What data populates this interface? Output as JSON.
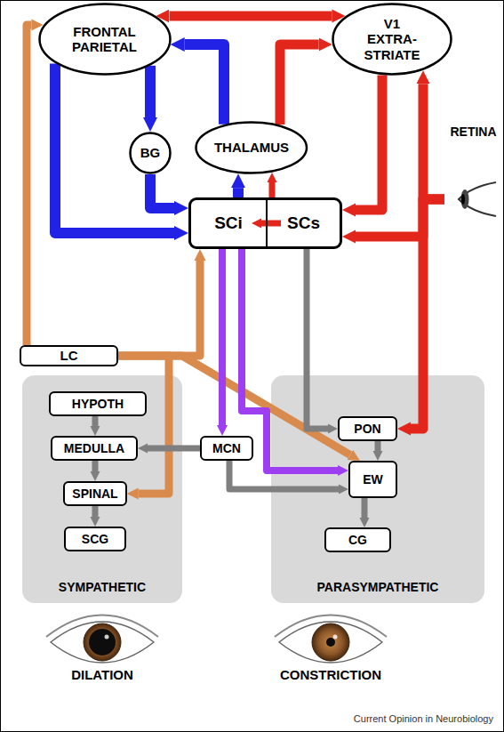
{
  "diagram": {
    "nodes": [
      {
        "text": [
          "FRONTAL PARIETAL"
        ]
      },
      {
        "text": [
          "V1 EXTRA-STRIATE"
        ]
      },
      {
        "text": [
          "THALAMUS"
        ]
      },
      {
        "text": [
          "RETINA"
        ]
      },
      {
        "text": [
          "BG"
        ]
      },
      {
        "text": [
          "SCi"
        ]
      },
      {
        "text": [
          "SCs"
        ]
      },
      {
        "text": [
          "LC"
        ]
      },
      {
        "text": [
          "SYMPATHETIC"
        ]
      },
      {
        "text": [
          "HYPOTH"
        ],
        "in": 8
      },
      {
        "text": [
          "MEDULLA"
        ],
        "in": 8
      },
      {
        "text": [
          "SPINAL"
        ],
        "in": 8
      },
      {
        "text": [
          "SCG"
        ],
        "in": 8
      },
      {
        "text": [
          "PARASYMPATHETIC"
        ]
      },
      {
        "text": [
          "PON"
        ],
        "in": 13
      },
      {
        "text": [
          "MCN"
        ]
      },
      {
        "text": [
          "EW"
        ],
        "in": 13
      },
      {
        "text": [
          "CG"
        ],
        "in": 13
      }
    ],
    "edges": [
      {
        "from": 0,
        "to": 5,
        "arrow": "to"
      },
      {
        "from": 0,
        "to": 4,
        "arrow": "to"
      },
      {
        "from": 4,
        "to": 5,
        "arrow": "to"
      },
      {
        "from": 5,
        "to": 2,
        "arrow": "to"
      },
      {
        "from": 2,
        "to": 0,
        "arrow": "to"
      },
      {
        "from": 0,
        "to": 1,
        "arrow": "both"
      },
      {
        "from": 6,
        "to": 2,
        "arrow": "to"
      },
      {
        "from": 2,
        "to": 1,
        "arrow": "to"
      },
      {
        "from": 1,
        "to": 6,
        "arrow": "to"
      },
      {
        "from": 3,
        "to": 1,
        "arrow": "to"
      },
      {
        "from": 3,
        "to": 6,
        "arrow": "to"
      },
      {
        "from": 3,
        "to": 14,
        "arrow": "to"
      },
      {
        "from": 6,
        "to": 5,
        "arrow": "to"
      },
      {
        "from": 7,
        "to": 0,
        "arrow": "to"
      },
      {
        "from": 7,
        "to": 5,
        "arrow": "to"
      },
      {
        "from": 7,
        "to": 11,
        "arrow": "to"
      },
      {
        "from": 7,
        "to": 16,
        "arrow": "to"
      },
      {
        "from": 5,
        "to": 15,
        "arrow": "to"
      },
      {
        "from": 5,
        "to": 16,
        "arrow": "to"
      },
      {
        "from": 6,
        "to": 14,
        "arrow": "to"
      },
      {
        "from": 14,
        "to": 16,
        "arrow": "to"
      },
      {
        "from": 16,
        "to": 17,
        "arrow": "to"
      },
      {
        "from": 15,
        "to": 10,
        "arrow": "to"
      },
      {
        "from": 15,
        "to": 16,
        "arrow": "to"
      },
      {
        "from": 9,
        "to": 10,
        "arrow": "to"
      },
      {
        "from": 10,
        "to": 11,
        "arrow": "to"
      },
      {
        "from": 11,
        "to": 12,
        "arrow": "to"
      }
    ],
    "labels": [
      "DILATION",
      "CONSTRICTION",
      "Current Opinion in Neurobiology"
    ]
  }
}
